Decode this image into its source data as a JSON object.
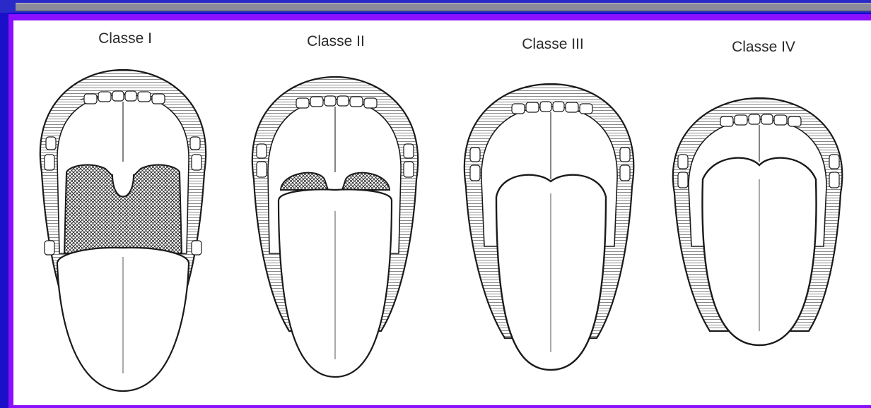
{
  "diagram": {
    "classes": [
      {
        "label": "Classe I"
      },
      {
        "label": "Classe II"
      },
      {
        "label": "Classe III"
      },
      {
        "label": "Classe IV"
      }
    ]
  },
  "colors": {
    "outer_border": "#0a0ad0",
    "frame": "#8a10ff",
    "panel": "#ffffff",
    "ink": "#1a1a1a"
  }
}
